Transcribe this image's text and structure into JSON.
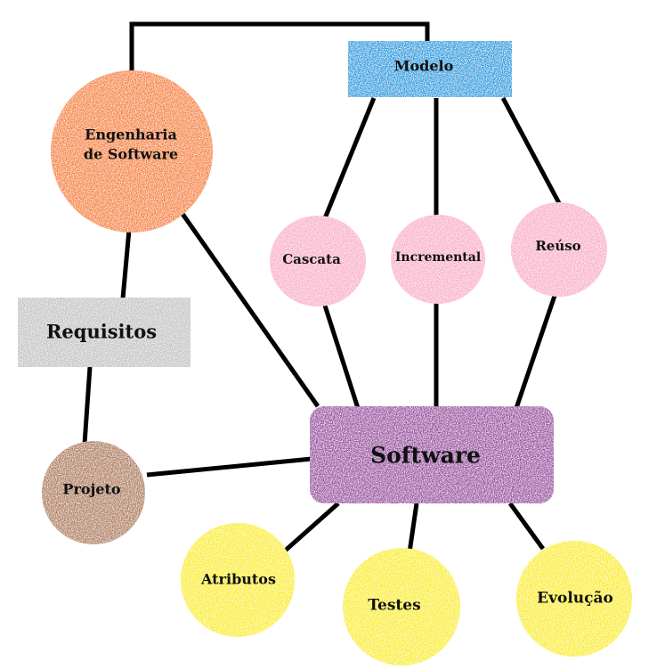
{
  "diagram": {
    "nodes": {
      "engenharia": {
        "lines": [
          "Engenharia",
          "de Software"
        ],
        "color": "#f7812a",
        "shape": "circle"
      },
      "modelo": {
        "lines": [
          "Modelo"
        ],
        "color": "#0a9fe0",
        "shape": "rect"
      },
      "cascata": {
        "lines": [
          "Cascata"
        ],
        "color": "#f9b0c8",
        "shape": "circle"
      },
      "incremental": {
        "lines": [
          "Incremental"
        ],
        "color": "#f9b0c8",
        "shape": "circle"
      },
      "reuso": {
        "lines": [
          "Reúso"
        ],
        "color": "#f9b0c8",
        "shape": "circle"
      },
      "requisitos": {
        "lines": [
          "Requisitos"
        ],
        "color": "#c4c4c4",
        "shape": "rect"
      },
      "software": {
        "lines": [
          "Software"
        ],
        "color": "#9b47a2",
        "shape": "rounded-rect"
      },
      "projeto": {
        "lines": [
          "Projeto"
        ],
        "color": "#b07a55",
        "shape": "circle"
      },
      "atributos": {
        "lines": [
          "Atributos"
        ],
        "color": "#fbee04",
        "shape": "circle"
      },
      "testes": {
        "lines": [
          "Testes"
        ],
        "color": "#fbee04",
        "shape": "circle"
      },
      "evolucao": {
        "lines": [
          "Evolução"
        ],
        "color": "#fbee04",
        "shape": "circle"
      }
    },
    "edges": [
      [
        "engenharia",
        "modelo"
      ],
      [
        "modelo",
        "cascata"
      ],
      [
        "modelo",
        "incremental"
      ],
      [
        "modelo",
        "reuso"
      ],
      [
        "engenharia",
        "requisitos"
      ],
      [
        "engenharia",
        "software"
      ],
      [
        "requisitos",
        "projeto"
      ],
      [
        "projeto",
        "software"
      ],
      [
        "cascata",
        "software"
      ],
      [
        "incremental",
        "software"
      ],
      [
        "reuso",
        "software"
      ],
      [
        "software",
        "atributos"
      ],
      [
        "software",
        "testes"
      ],
      [
        "software",
        "evolucao"
      ]
    ],
    "edge_color": "#000000"
  }
}
